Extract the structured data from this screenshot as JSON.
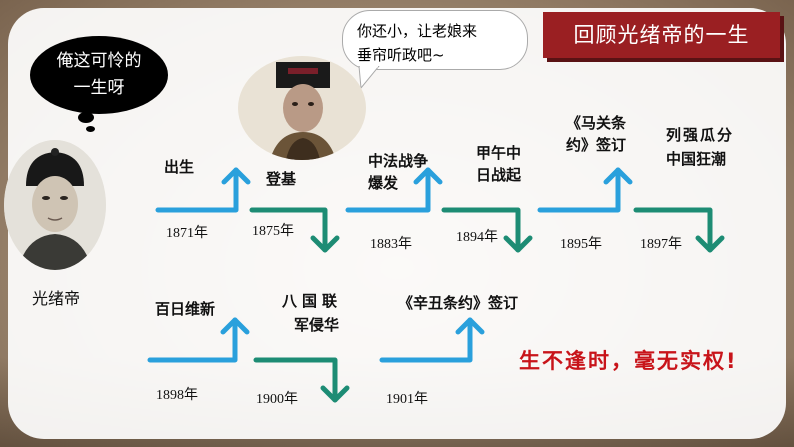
{
  "title": "回顾光绪帝的一生",
  "thought_bubble": {
    "line1": "俺这可怜的",
    "line2": "一生呀"
  },
  "speech_bubble": {
    "line1": "你还小，让老娘来",
    "line2": "垂帘听政吧~"
  },
  "emperor_label": "光绪帝",
  "events": {
    "birth": "出生",
    "enthrone": "登基",
    "sino_french_1": "中法战争",
    "sino_french_2": "爆发",
    "sino_japanese_1": "甲午中",
    "sino_japanese_2": "日战起",
    "shimonoseki_1": "《马关条",
    "shimonoseki_2": "约》签订",
    "carve_up_1": "列强瓜分",
    "carve_up_2": "中国狂潮",
    "reform": "百日维新",
    "eight_nation_1": "八国联",
    "eight_nation_2": "军侵华",
    "boxer_protocol": "《辛丑条约》签订"
  },
  "years": {
    "y1871": "1871年",
    "y1875": "1875年",
    "y1883": "1883年",
    "y1894": "1894年",
    "y1895": "1895年",
    "y1897": "1897年",
    "y1898": "1898年",
    "y1900": "1900年",
    "y1901": "1901年"
  },
  "slogan": "生不逢时，毫无实权!",
  "colors": {
    "title_bg": "#9a1f22",
    "arrow_up": "#2aa0dc",
    "arrow_down": "#1d8c74",
    "slogan": "#c8141a"
  }
}
